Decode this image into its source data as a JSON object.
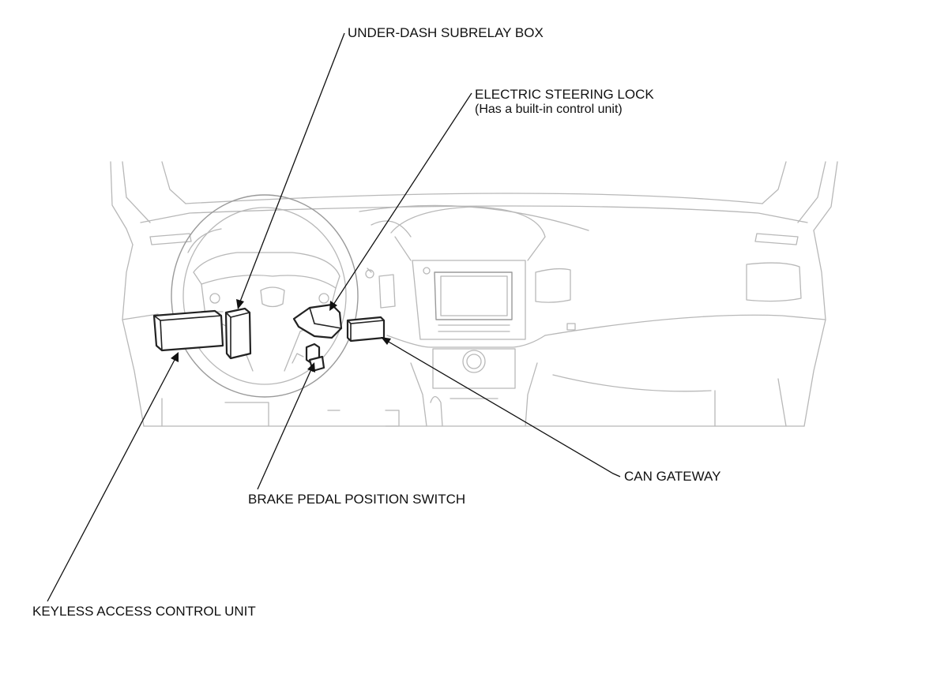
{
  "diagram": {
    "labels": {
      "under_dash_subrelay_box": "UNDER-DASH SUBRELAY BOX",
      "electric_steering_lock": "ELECTRIC STEERING LOCK",
      "electric_steering_lock_note": "(Has a built-in control unit)",
      "can_gateway": "CAN GATEWAY",
      "brake_pedal_position_switch": "BRAKE PEDAL POSITION SWITCH",
      "keyless_access_control_unit": "KEYLESS ACCESS CONTROL UNIT"
    }
  }
}
